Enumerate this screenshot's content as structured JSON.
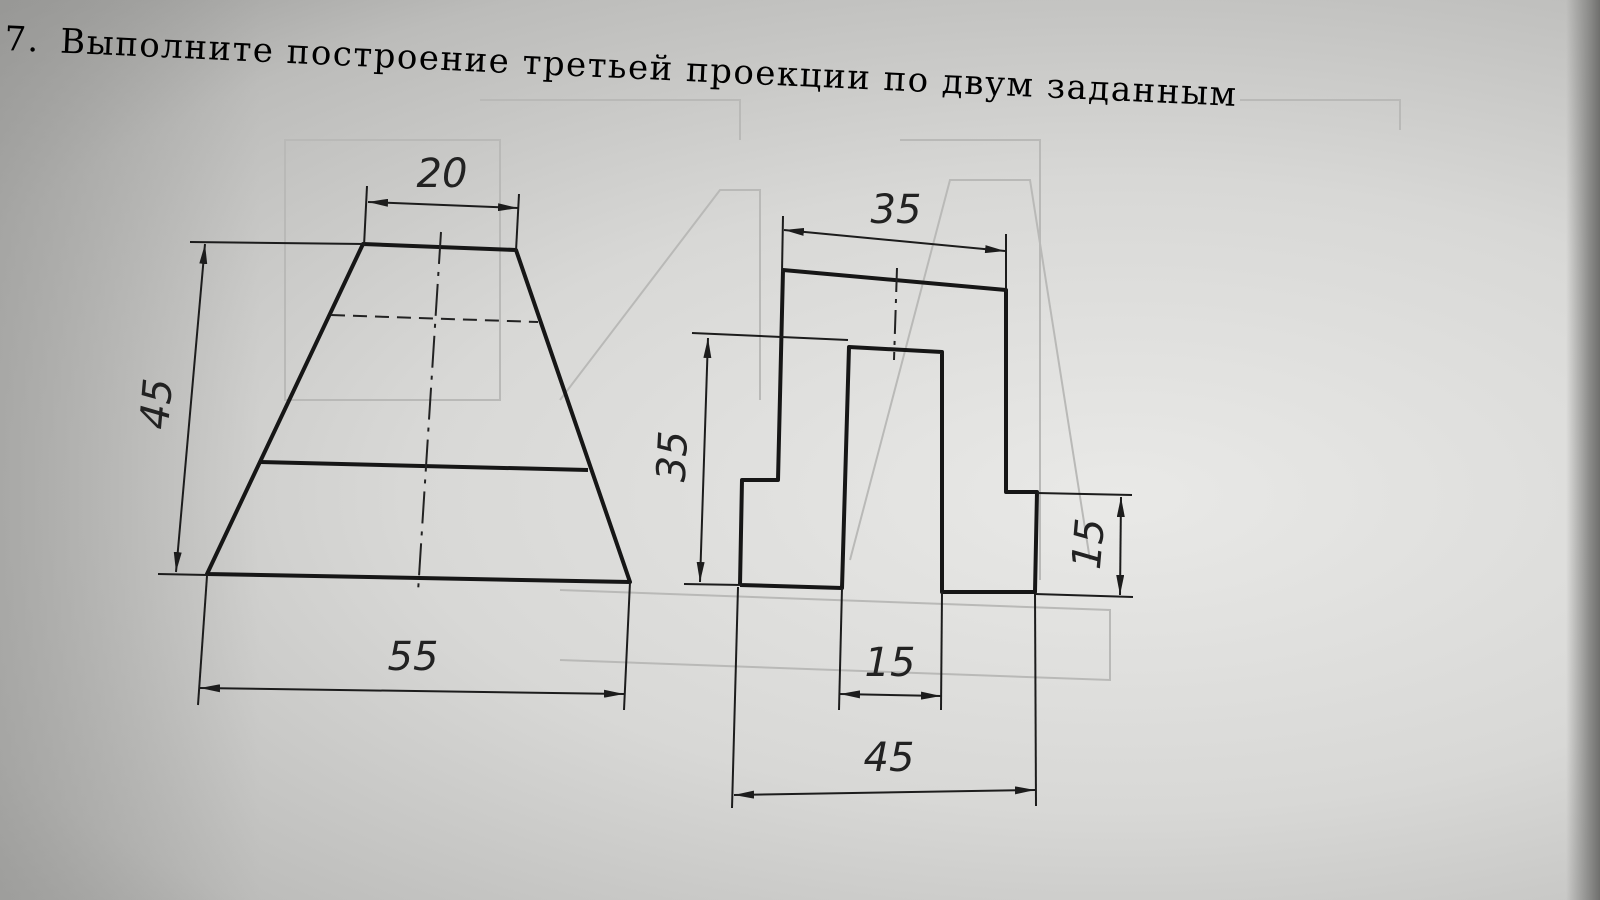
{
  "task": {
    "number": "7.",
    "text": "Выполните построение третьей проекции по двум заданным."
  },
  "front_view": {
    "dimensions": {
      "top_width": "20",
      "height": "45",
      "bottom_width": "55"
    }
  },
  "side_view": {
    "dimensions": {
      "top_width": "35",
      "height": "35",
      "step_height": "15",
      "slot_width": "15",
      "overall_width": "45"
    }
  }
}
